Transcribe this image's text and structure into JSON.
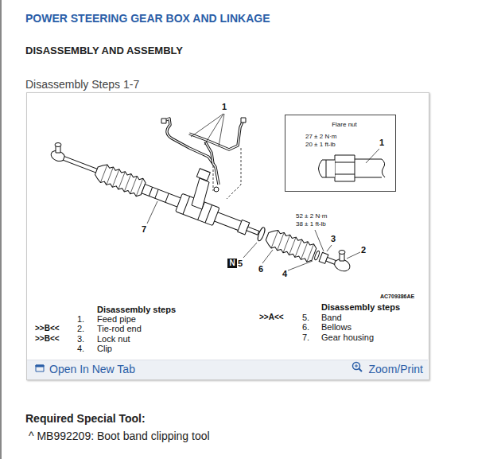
{
  "diagram": {
    "title": "POWER STEERING GEAR BOX AND LINKAGE",
    "nodes": [
      {
        "text": [
          "Flare nut",
          "27 ± 2 N·m",
          "20 ± 1 ft-lb",
          "1"
        ]
      },
      {
        "text": [
          "N"
        ]
      },
      {
        "text": [
          "Open In New Tab",
          "Zoom/Print"
        ]
      }
    ],
    "labels": [
      "DISASSEMBLY AND ASSEMBLY",
      "Disassembly Steps 1-7",
      "1",
      "52 ± 2 N·m",
      "38 ± 1 ft-lb",
      "3",
      "2",
      "7",
      "5",
      "6",
      "4",
      "AC709386AE",
      "Disassembly steps",
      ">>B<<",
      ">>B<<",
      "1.",
      "Feed pipe",
      "2.",
      "Tie-rod end",
      "3.",
      "Lock nut",
      "4.",
      "Clip",
      "Disassembly steps",
      ">>A<<",
      "5.",
      "Band",
      "6.",
      "Bellows",
      "7.",
      "Gear housing",
      "Required Special Tool:",
      "^ MB992209: Boot band clipping tool"
    ]
  }
}
